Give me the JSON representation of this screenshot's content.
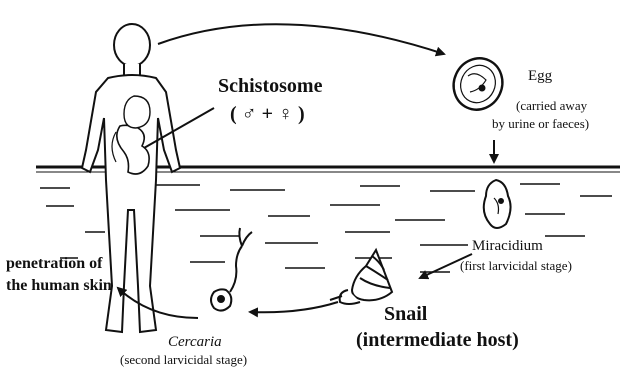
{
  "labels": {
    "schistosome_name": "Schistosome",
    "schistosome_sexes": "( ♂ + ♀ )",
    "egg_name": "Egg",
    "egg_note_line1": "(carried away",
    "egg_note_line2": "by urine or faeces)",
    "miracidium_name": "Miracidium",
    "miracidium_note": "(first larvicidal stage)",
    "snail_name": "Snail",
    "snail_role": "(intermediate host)",
    "cercaria_name": "Cercaria",
    "cercaria_note": "(second larvicidal stage)",
    "penetration_line1": "penetration of",
    "penetration_line2": "the human skin"
  },
  "colors": {
    "ink": "#111111",
    "background": "#ffffff"
  }
}
